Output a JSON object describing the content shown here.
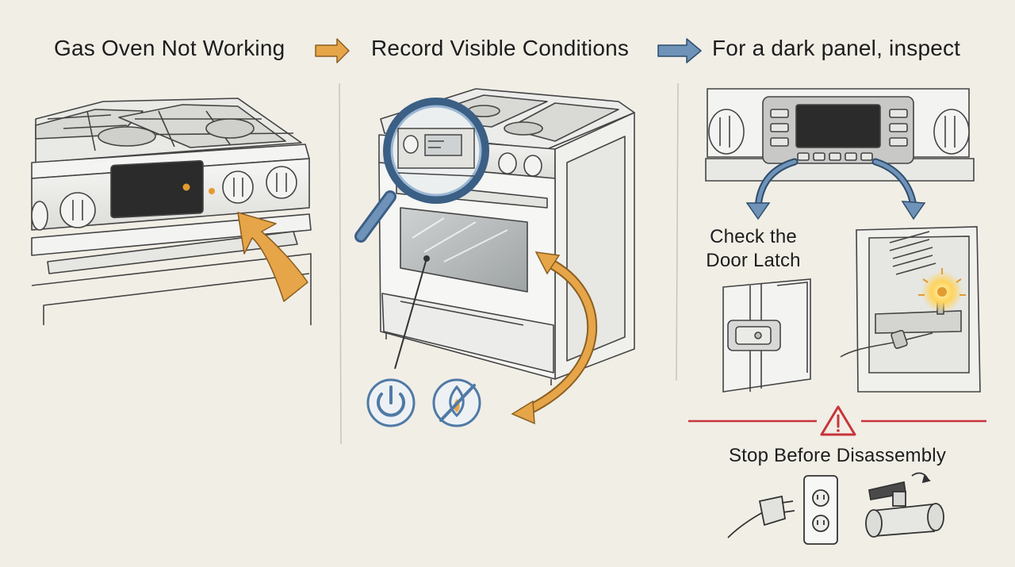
{
  "steps": [
    {
      "title": "Gas Oven Not Working"
    },
    {
      "title": "Record Visible Conditions"
    },
    {
      "title": "For a dark panel, inspect"
    }
  ],
  "flow_arrows": [
    {
      "color": "#e6a548"
    },
    {
      "color": "#6f93b8"
    }
  ],
  "panel3": {
    "latch_title_line1": "Check the",
    "latch_title_line2": "Door Latch",
    "warning_title": "Stop Before Disassembly"
  },
  "icons": {
    "power": "power-icon",
    "no_flame": "no-flame-icon",
    "warning": "warning-triangle-icon",
    "plug": "power-plug-icon",
    "outlet": "wall-outlet-icon",
    "gas_valve": "gas-valve-icon",
    "magnifier": "magnifying-glass-icon"
  },
  "colors": {
    "background": "#f1eee6",
    "ink": "#3a3a3a",
    "accent_orange": "#e6a548",
    "accent_blue": "#6f93b8",
    "icon_blue": "#4f7aa6",
    "warning_red": "#c8343b",
    "display_dark": "#2b2b2b",
    "indicator_orange": "#e39b2f"
  }
}
